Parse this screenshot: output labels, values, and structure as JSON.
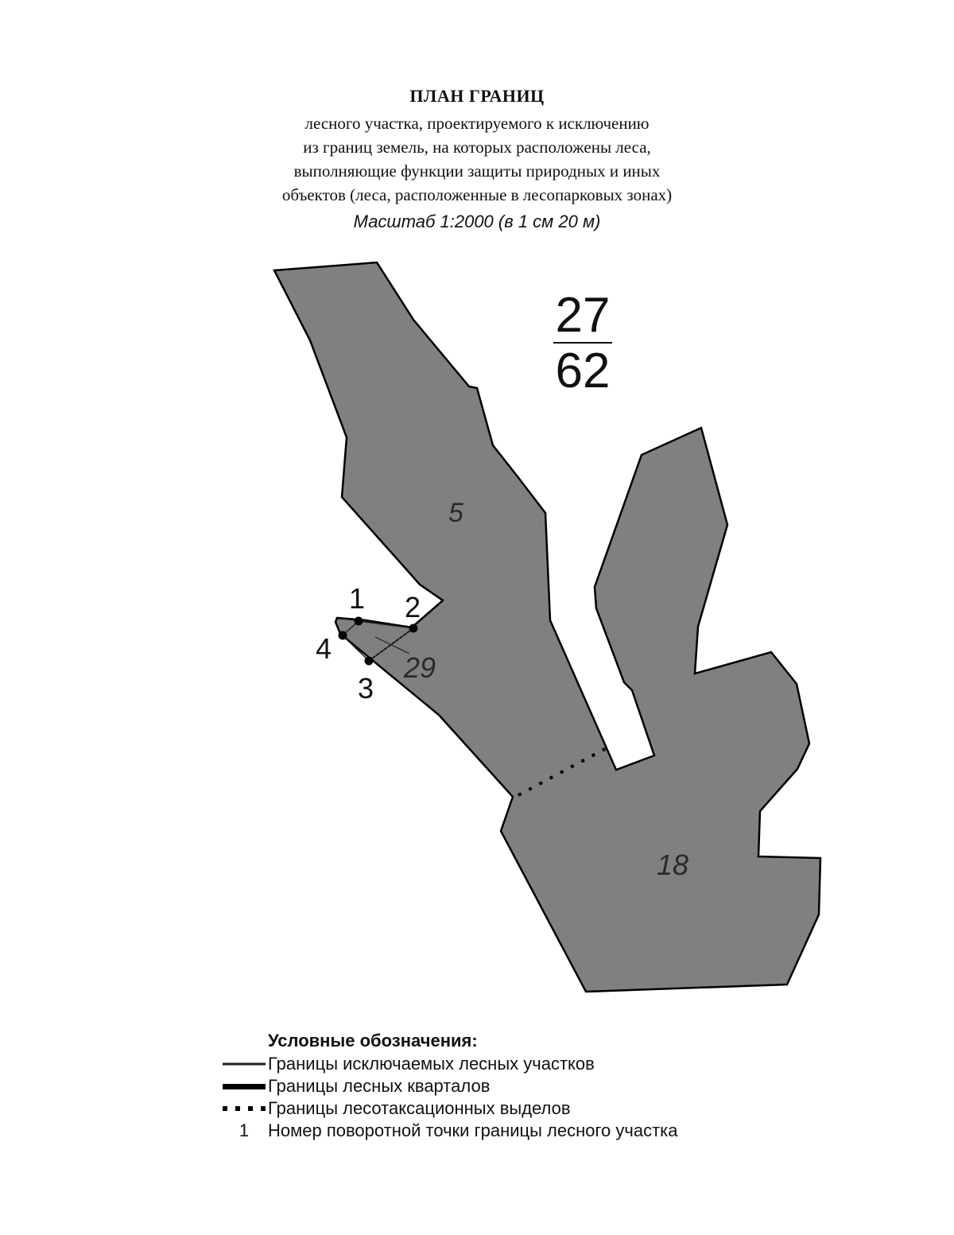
{
  "header": {
    "title": "ПЛАН ГРАНИЦ",
    "subtitle_lines": [
      "лесного участка, проектируемого к исключению",
      "из границ земель, на которых расположены леса,",
      "выполняющие функции защиты природных и иных",
      "объектов (леса, расположенные в лесопарковых зонах)"
    ],
    "scale": "Масштаб 1:2000 (в 1 см 20 м)"
  },
  "quarter": {
    "numerator": "27",
    "denominator": "62"
  },
  "map_labels": {
    "plot_5": "5",
    "plot_29": "29",
    "plot_18": "18",
    "point_1": "1",
    "point_2": "2",
    "point_3": "3",
    "point_4": "4"
  },
  "colors": {
    "plot_fill": "#808080",
    "boundary": "#000000",
    "background": "#ffffff"
  },
  "legend": {
    "title": "Условные обозначения:",
    "items": [
      {
        "symbol": "thin-line",
        "label": "Границы исключаемых лесных участков"
      },
      {
        "symbol": "thick-line",
        "label": "Границы лесных кварталов"
      },
      {
        "symbol": "dots",
        "label": "Границы лесотаксационных выделов"
      },
      {
        "symbol": "number",
        "number": "1",
        "label": "Номер поворотной точки границы лесного участка"
      }
    ]
  }
}
